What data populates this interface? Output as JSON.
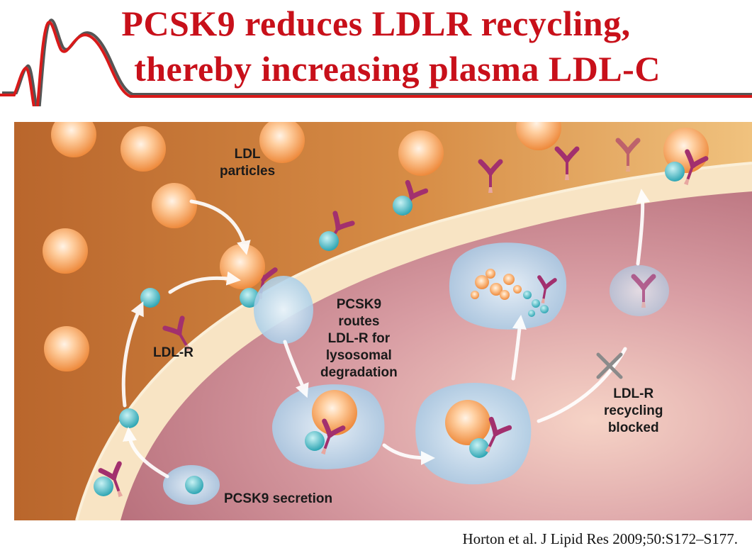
{
  "slide": {
    "title_line1": "PCSK9 reduces LDLR recycling,",
    "title_line2": "thereby increasing plasma LDL-C",
    "citation": "Horton et al. J Lipid Res 2009;50:S172–S177."
  },
  "diagram": {
    "labels": {
      "ldl_particles": "LDL\nparticles",
      "ldl_r": "LDL-R",
      "pcsk9_routes": "PCSK9\nroutes\nLDL-R for\nlysosomal\ndegradation",
      "recycling_blocked": "LDL-R\nrecycling\nblocked",
      "pcsk9_secretion": "PCSK9 secretion"
    }
  },
  "colors": {
    "title": "#c8101a",
    "extracellular": "#c77a3a",
    "membrane": "#f8e4c4",
    "cytoplasm": "#c98790",
    "ldl": "#f6a05a",
    "pcsk9": "#5cc6d0",
    "receptor": "#a2306e",
    "vesicle": "#b8d8ee"
  }
}
